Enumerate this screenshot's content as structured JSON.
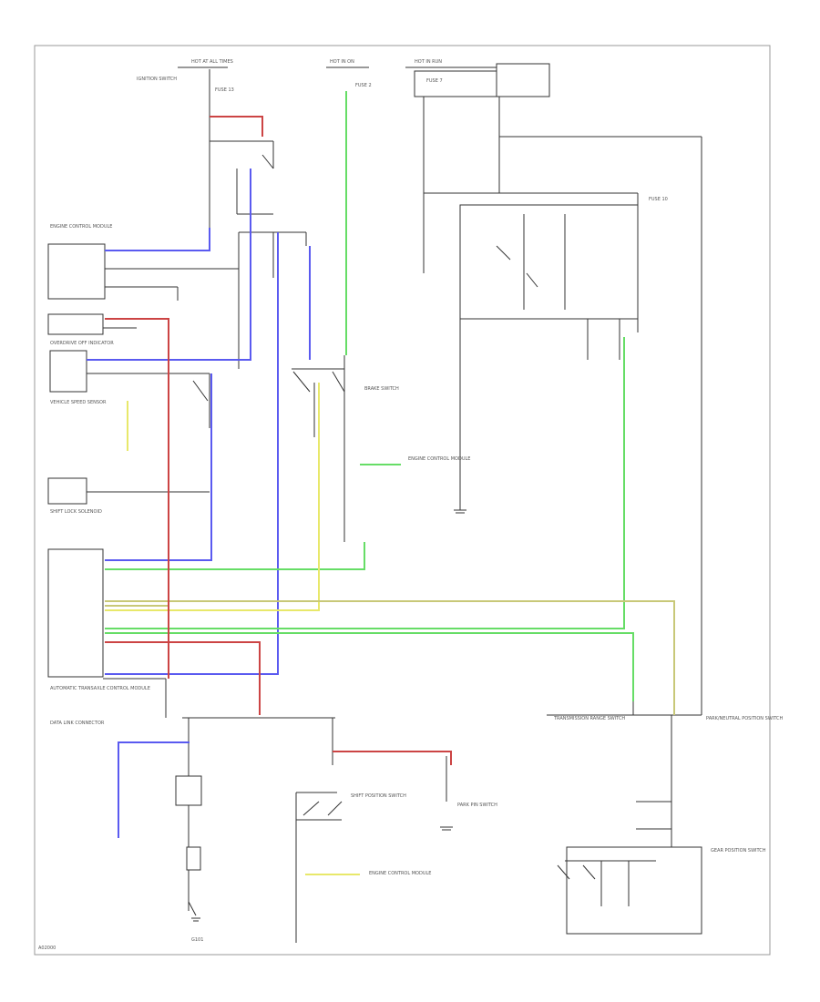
{
  "diagram": {
    "labels": {
      "hot_at_all_times": "HOT AT ALL TIMES",
      "hot_in_on": "HOT IN ON",
      "hot_in_run": "HOT IN RUN",
      "ignition_switch": "IGNITION SWITCH",
      "fuse_13": "FUSE 13",
      "fuse_2": "FUSE 2",
      "fuse_7": "FUSE 7",
      "fuse_10": "FUSE 10",
      "brake_switch": "BRAKE SWITCH",
      "vehicle_speed_sensor": "VEHICLE SPEED SENSOR",
      "shift_lock_solenoid": "SHIFT LOCK SOLENOID",
      "shift_position_switch": "SHIFT POSITION SWITCH",
      "park_pin_switch": "PARK PIN SWITCH",
      "engine_control_module": "ENGINE CONTROL MODULE",
      "transmission_range_switch": "TRANSMISSION RANGE SWITCH",
      "overdrive_off_indicator": "OVERDRIVE OFF INDICATOR",
      "automatic_transaxle_control_module": "AUTOMATIC TRANSAXLE CONTROL MODULE",
      "data_link_connector": "DATA LINK CONNECTOR",
      "gear_position_switch": "GEAR POSITION SWITCH",
      "ground": "G101",
      "park_neutral_position_switch": "PARK/NEUTRAL POSITION SWITCH",
      "footer_code": "A02000"
    },
    "wire_colors": {
      "blu": "#5a5af0",
      "grn": "#66dd66",
      "yel": "#e8e86a",
      "red": "#cc4444",
      "olive": "#c8c878",
      "blk": "#333333"
    }
  }
}
